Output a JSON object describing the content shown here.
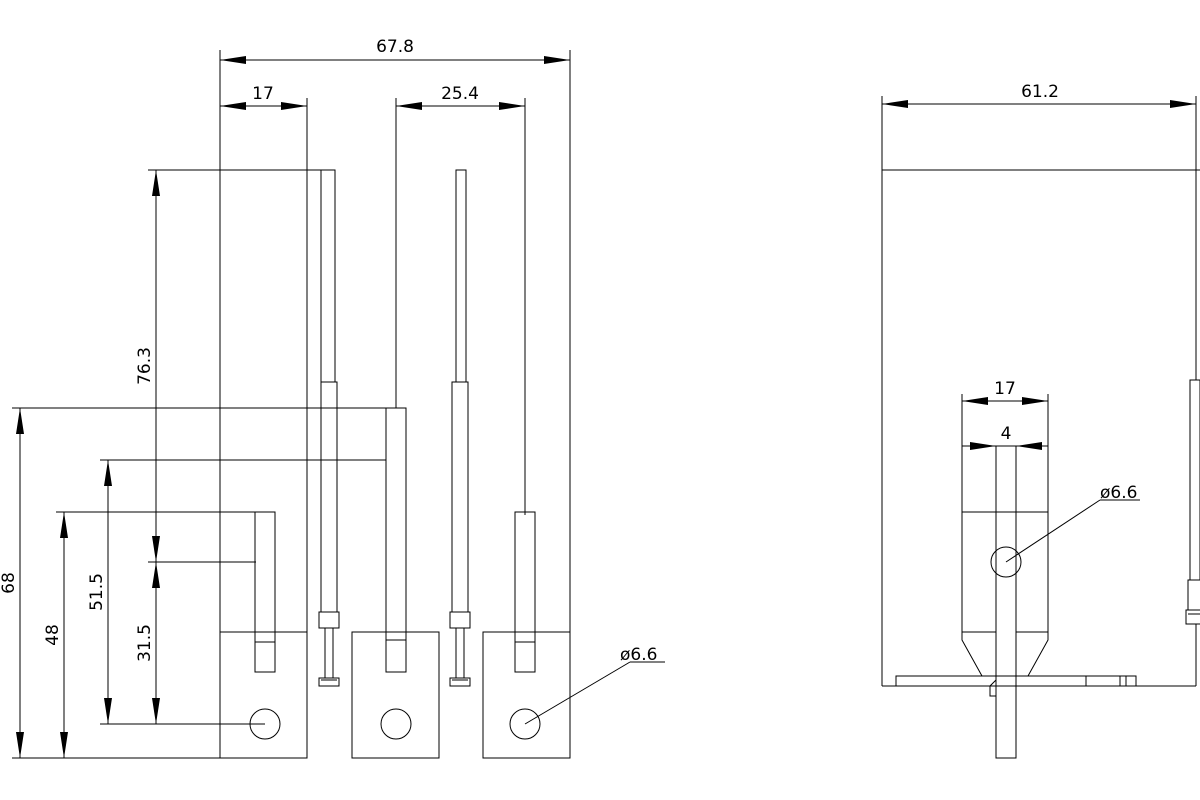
{
  "front_view": {
    "dims": {
      "overall_width": "67.8",
      "left_width": "17",
      "pitch": "25.4",
      "overall_height": "68",
      "height_48": "48",
      "height_51_5": "51.5",
      "height_76_3": "76.3",
      "height_31_5": "31.5",
      "hole_dia": "ø6.6"
    }
  },
  "side_view": {
    "dims": {
      "overall_width": "61.2",
      "tab_width": "17",
      "pin_width": "4",
      "hole_dia": "ø6.6"
    }
  }
}
